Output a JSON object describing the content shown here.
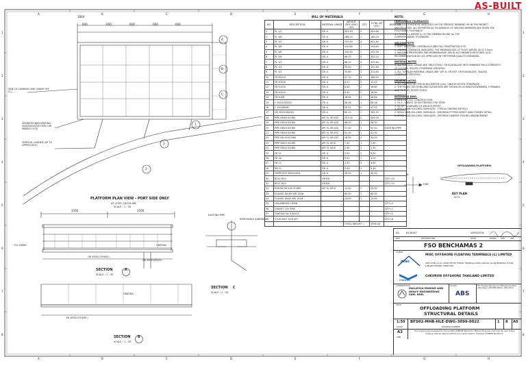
{
  "stamp": "AS-BUILT",
  "grid": {
    "columns": [
      "A",
      "B",
      "C",
      "D",
      "E",
      "F",
      "G",
      "H"
    ],
    "rows": [
      "1",
      "2",
      "3",
      "4",
      "5",
      "6",
      "7",
      "8"
    ]
  },
  "bom": {
    "title": "BILL OF MATERIALS",
    "headers": [
      "NO.",
      "DESCRIPTION",
      "MATERIAL GRADE",
      "WEIGHT (PER UNIT) (KG)",
      "QTY",
      "TOTAL WT (KG)",
      "REMARKS"
    ],
    "rows": [
      [
        "1",
        "PL 1/2",
        "GR. A",
        "261.83",
        "2",
        "523.66",
        ""
      ],
      [
        "2",
        "PL 3/8",
        "GR. A",
        "186.20",
        "1",
        "186.20",
        ""
      ],
      [
        "3",
        "PL 1/2",
        "GR. A",
        "150.40",
        "4",
        "601.60",
        ""
      ],
      [
        "4",
        "PL 3/8",
        "GR. A",
        "100.85",
        "1",
        "100.85",
        ""
      ],
      [
        "5",
        "PL 3/8",
        "GR. A",
        "150.90",
        "1",
        "150.90",
        ""
      ],
      [
        "6",
        "PL 3/8",
        "GR. A",
        "98.30",
        "4",
        "393.20",
        ""
      ],
      [
        "7",
        "PL 1/2",
        "GR. A",
        "88.20",
        "4",
        "352.80",
        ""
      ],
      [
        "8",
        "PL 1/2",
        "GR. A",
        "76.40",
        "2",
        "152.80",
        ""
      ],
      [
        "9",
        "PL 1/2",
        "GR. A",
        "70.60",
        "3",
        "211.80",
        ""
      ],
      [
        "10",
        "FB 60X10",
        "GR. A",
        "47.10",
        "4",
        "188.40",
        ""
      ],
      [
        "11",
        "FB 50X10",
        "GR. A",
        "4.71",
        "3",
        "14.13",
        ""
      ],
      [
        "12",
        "FB 50X10",
        "GR. A",
        "8.40",
        "2",
        "16.80",
        ""
      ],
      [
        "13",
        "FB 50X10",
        "GR. A",
        "9.42",
        "2",
        "18.84",
        ""
      ],
      [
        "14",
        "FB 50X8",
        "GR. A",
        "18.84",
        "1",
        "18.84",
        ""
      ],
      [
        "15",
        "L 100X100X10",
        "GR. A",
        "28.26",
        "1",
        "28.26",
        ""
      ],
      [
        "16",
        "L 100X65X8",
        "GR. A",
        "23.51",
        "2",
        "47.02",
        ""
      ],
      [
        "17",
        "UB 305X165X54",
        "GR. A",
        "80.10",
        "2",
        "160.20",
        ""
      ],
      [
        "18",
        "PIPE DN65 SCH80",
        "API 5L GR.X52",
        "203.00",
        "2",
        "406.00",
        ""
      ],
      [
        "19",
        "PIPE DN50 SCH80",
        "API 5L GR.X52",
        "96.00",
        "1",
        "96.00",
        ""
      ],
      [
        "20",
        "PIPE DN40 SCH80",
        "API 5L GR.X52",
        "57.50",
        "1",
        "57.50",
        "EXISTING PIPE"
      ],
      [
        "21",
        "PIPE DN40 SCH80",
        "API 5L GR.X52",
        "41.00",
        "1",
        "41.00",
        ""
      ],
      [
        "22",
        "PIPE DN 40 SCH80",
        "API 5L GR.X52",
        "16.50",
        "2",
        "33.00",
        ""
      ],
      [
        "23",
        "PIPE DN25 SCH80",
        "API 5L GR.B",
        "7.40",
        "1",
        "7.40",
        ""
      ],
      [
        "24",
        "PIPE DN20 SCH80",
        "API 5L GR.B",
        "2.90",
        "1",
        "2.90",
        ""
      ],
      [
        "25",
        "FB 25",
        "GR. A",
        "2.90",
        "2",
        "5.80",
        ""
      ],
      [
        "26",
        "FB 16",
        "GR. A",
        "3.01",
        "1",
        "3.01",
        ""
      ],
      [
        "27",
        "FB 12",
        "GR. A",
        "1.20",
        "4",
        "4.80",
        ""
      ],
      [
        "28",
        "RB 22",
        "GR. A",
        "2.40",
        "1",
        "2.40",
        ""
      ],
      [
        "29",
        "GRIPP BITS 600X40X4",
        "GR. A",
        "34.50",
        "1",
        "34.50",
        ""
      ],
      [
        "30",
        "BOLT M24",
        "GR.8.8",
        "",
        "",
        "",
        "QTY=14"
      ],
      [
        "31",
        "BOLT M20",
        "GR.8.8",
        "",
        "",
        "",
        "QTY=10"
      ],
      [
        "32",
        "ELBOW DN 100 SCH80",
        "API 5L GR.B",
        "12.00",
        "2",
        "24.00",
        ""
      ],
      [
        "33",
        "FLANGE DN 65 WN 150#",
        "",
        "60.00",
        "1",
        "60.00",
        ""
      ],
      [
        "34",
        "FLANGE DN40 WN 150#",
        "",
        "13.00",
        "1",
        "13.00",
        ""
      ],
      [
        "35",
        "GALVANISED CHAIN",
        "",
        "",
        "",
        "",
        "QTY=4"
      ],
      [
        "36",
        "GASKET 150 SPW",
        "",
        "",
        "",
        "",
        "QTY=2"
      ],
      [
        "37",
        "GRATING W/ U-BOLTS",
        "",
        "",
        "",
        "",
        "QTY=4"
      ],
      [
        "38",
        "STUD BOLT M16 SET",
        "",
        "",
        "",
        "",
        "QTY=8"
      ]
    ],
    "total_label": "TOTAL WEIGHT =",
    "total_value": "3956.04"
  },
  "notes": {
    "heading": "NOTE:",
    "sections": [
      {
        "title": "FABRICATION TOLERANCES",
        "lines": [
          "1. UNLESS OTHERWISE INDICATED ON THE PRESENT DRAWING OR IN THE PROJECT",
          "   SPECIFICATION, ALL GEOMETRICAL TOLERANCES OF WELDED MEMBERS ARE GIVEN THE",
          "   FOLLOWING TOLERANCE:",
          "   Δ = 0.003 X L        WHERE (L) IS THE DIMENSION AND (Δ) THE",
          "                        CORRESPONDING TOLERANCE."
        ]
      },
      {
        "title": "WELDING NOTE",
        "lines": [
          "1. BUTT WELD ARE CONTINUOUS AND FULL PENETRATION (F.P.)",
          "2. UNLESS OTHERWISE INDICATED, THE MINIMUM SIZE OF FILLET WELDS (S) IS 4.5mm",
          "3. WELDING PROCEDURE AND WORKMANSHIP ARE IN ACCORDANCE WITH AWS. ACIC",
          "   RECOMMENDATION NO 4/5 APPROVED BY THE REPAIR QUALITY STANDARD."
        ]
      },
      {
        "title": "MATERIAL NOTES",
        "lines": [
          "1. ALL MATERIAL GRADE ARE \"MILD STEEL\" OR EQUIVALENT WITH MINIMUM YIELD STRENGTH",
          "   OF 235 MPA, UNLESS OTHERWISE SPECIFIED.",
          "2. ALL TUBULAR MATERIAL GRADE ARE \"API 5L GR X52\" OR EQUIVALENT, UNLESS",
          "   OTHERWISE SPECIFIED."
        ]
      },
      {
        "title": "DRAWING NOTES",
        "lines": [
          "1. ALL DIMENSIONS ARE IN MILLIMETER (mm), UNLESS NOTED OTHERWISE.",
          "2. THE PLANS, SECTIONS AND ELEVATIONS ARE SHOWN IN LOOKING DOWNWARD, FORWARD,",
          "   AND TO PORT RESPECTIVELY."
        ]
      },
      {
        "title": "REFERENCE DWG.",
        "lines": [
          "1. FS-4  -  API GSC CONSTRUCTION",
          "2. FS-5  -  ARREST OF BUTTRESSES FOR STEM",
          "3. FS-10 -  STANDARD OF WELD SUPPORT",
          "4. BFS02-MHB-HLE-DWG-3099-0019 - TYPICAL GRATING DETAILS",
          "5. BFS02-MHB-HLE-DWG-3099-0023 - MOORING FITTING ARRGT. AND FOUNDY. DETAIL",
          "6. BFS02-MHB-HLE-DWG-3099-0050 - MOORING HAWSER PULLING ARRANGEMENT"
        ]
      }
    ]
  },
  "keyplan": {
    "title": "OFFLOADING PLATFORM",
    "label": "KEY PLAN",
    "scale": "N.T.S.",
    "north": "N",
    "fwd": "FWD"
  },
  "views": {
    "plan_title": "PLATFORM PLAN VIEW - PORT SIDE ONLY",
    "plan_sub1": "AT LEVEL 18376 ABL",
    "plan_sub2": "SCALE : 1 : 30",
    "section_a": "SECTION",
    "section_a_mark": "A",
    "section_a_scale": "SCALE : 1 : 30",
    "section_b": "SECTION",
    "section_b_mark": "B",
    "section_b_scale": "SCALE : 1 : 30",
    "section_c": "SECTION",
    "section_c_mark": "C",
    "section_c_scale": "SCALE : 1 : 30",
    "dims_top": [
      "1800",
      "600",
      "600",
      "600",
      "600",
      "600"
    ],
    "dims_sec_a": [
      "1500",
      "1500"
    ],
    "callout_landing": "SIDE OF LANDING LINE (18690 OFF CL)",
    "callout_grating": "SERRATED BAR GRATING (800X200X25X3 MS) C/W MIDDLE CUTS",
    "callout_ladder": "VERTICAL LADDER (UP TO UPPER DECK)",
    "callout_handrail": "REMOVABLE HANDRAIL",
    "callout_existing_pipe": "EXISTING PIPE",
    "grating_label": "GRATING",
    "pipe_label": "OB 300X12TH(NO.)",
    "tol_label": "TOL 18320",
    "ub_label": "UB 305X165X54",
    "markers": [
      "A",
      "B",
      "C",
      "1",
      "2",
      "3",
      "4"
    ]
  },
  "titleblock": {
    "rev_no": "A0",
    "rev_desc": "AS BUILT",
    "rev_date": "03/05/2018",
    "rev_hdr": [
      "REV",
      "DESCRIPTION",
      "DATE",
      "DRWN",
      "CHK",
      "APP"
    ],
    "project": "FSO BENCHAMAS 2",
    "client_label": "CLIENT",
    "client_name": "MISC OFFSHORE FLOATING TERMINALS (L) LIMITED",
    "client_addr": "UNIT LEVEL 11(A), MAIN OFFICE TOWER, FINANCIAL PARK LABUAN, JALAN MERDEKA, 87000 LABUAN FEDERAL TERRITORY",
    "chevron": "CHEVRON OFFSHORE THAILAND LIMITED",
    "contractor_label": "CONTRACTOR",
    "contractor_name": "MALAYSIA MARINE AND HEAVY ENGINEERING SDN. BHD.",
    "class_label": "CLASS",
    "class_name": "ABS",
    "class_note": "FPI, Floating Storage and Offloading System (Ship-Type), CDS RMS KRIGS, AMS, ACCU",
    "title_label": "TITLE",
    "title1": "OFFLOADING PLATFORM",
    "title2": "STRUCTURAL DETAILS",
    "scale": "1:50",
    "drawing_no": "BFS02-MHB-HLE-DWG-3099-0022",
    "sheet": "1",
    "of": "8",
    "rev": "A0",
    "scale_hdr": "SCALE",
    "drawing_hdr": "DRAWING NUMBER",
    "size": "A3",
    "size_hdr": "SIZE",
    "disclaimer": "This drawing was prepared for the benefit of MMHE (Berhad). Offshore Business Unit only. No part of this drawing shall be altered without prior authorisation. Property of MMHE Berhad ®",
    "misc_logo": "misc",
    "chevron_logo": "Chevron"
  }
}
